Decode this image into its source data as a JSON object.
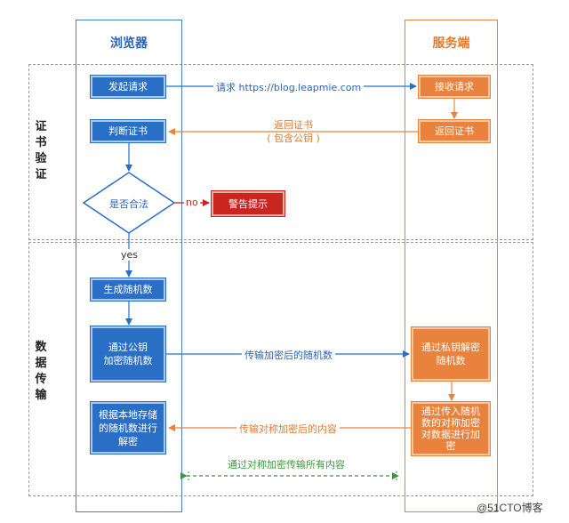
{
  "lanes": {
    "browser": "浏览器",
    "server": "服务端"
  },
  "sections": {
    "cert": "证书验证",
    "data": "数据传输"
  },
  "nodes": {
    "send_request": "发起请求",
    "check_cert": "判断证书",
    "is_valid": "是否合法",
    "warning": "警告提示",
    "gen_random": "生成随机数",
    "encrypt_random_line1": "通过公钥",
    "encrypt_random_line2": "加密随机数",
    "decrypt_local_line1": "根据本地存储",
    "decrypt_local_line2": "的随机数进行",
    "decrypt_local_line3": "解密",
    "receive_request": "接收请求",
    "return_cert": "返回证书",
    "decrypt_private_line1": "通过私钥解密",
    "decrypt_private_line2": "随机数",
    "encrypt_data_line1": "通过传入随机",
    "encrypt_data_line2": "数的对称加密",
    "encrypt_data_line3": "对数据进行加",
    "encrypt_data_line4": "密"
  },
  "edges": {
    "request_url": "请求 https://blog.leapmie.com",
    "return_cert_line1": "返回证书",
    "return_cert_line2": "( 包含公钥 )",
    "no": "no",
    "yes": "yes",
    "send_encrypted_random": "传输加密后的随机数",
    "send_encrypted_content": "传输对称加密后的内容",
    "symmetric_all": "通过对称加密传输所有内容"
  },
  "watermark": "@51CTO博客",
  "colors": {
    "blue": "#2a6fc6",
    "orange": "#e8823d",
    "red": "#c8261e",
    "green": "#3a9a3a"
  }
}
